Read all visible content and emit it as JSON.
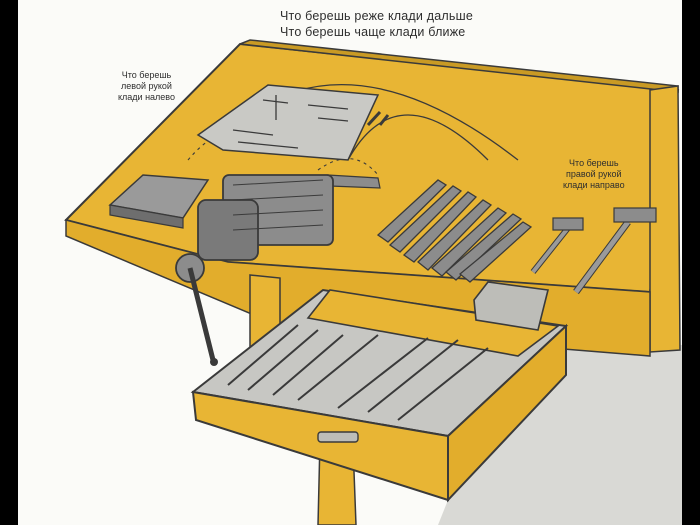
{
  "annotations": {
    "top_rare": "Что берешь реже клади дальше",
    "top_often": "Что берешь чаще клади ближе",
    "left_hand": [
      "Что берешь",
      "левой рукой",
      "клади налево"
    ],
    "right_hand": [
      "Что берешь",
      "правой рукой",
      "клади направо"
    ]
  },
  "colors": {
    "table": "#e8b534",
    "table_shadow": "#b98a1c",
    "outline": "#3a3a3a",
    "metal": "#8c8c8c",
    "floor": "#d8d8d4"
  }
}
